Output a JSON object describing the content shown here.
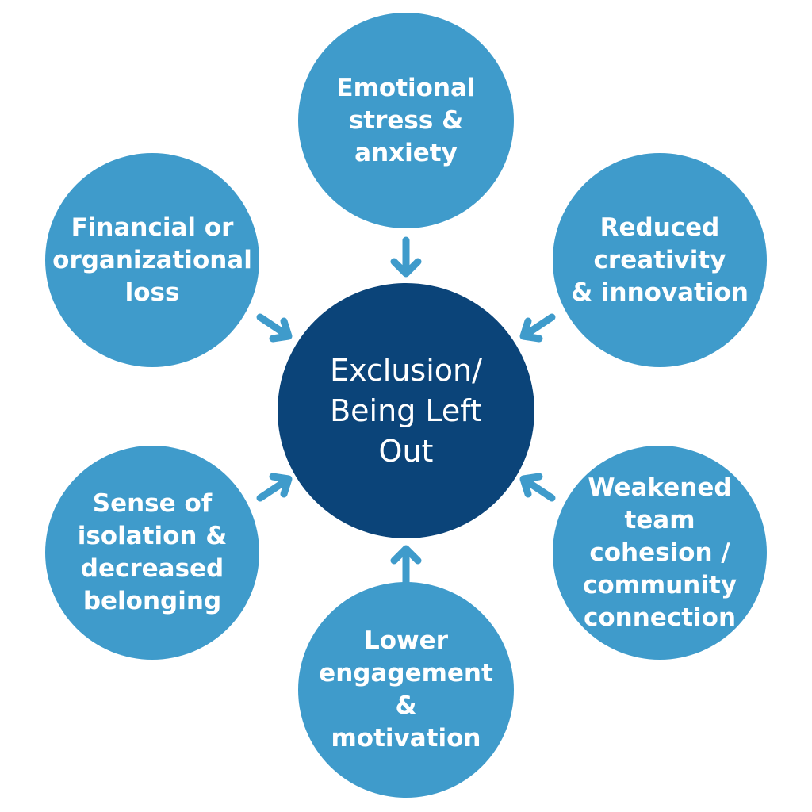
{
  "colors": {
    "outer": "#3f9bcb",
    "center": "#0b4479",
    "arrow": "#3f9bcb",
    "text": "#ffffff"
  },
  "center": {
    "lines": [
      "Exclusion/",
      "Being Left",
      "Out"
    ]
  },
  "nodes": [
    {
      "id": "top",
      "lines": [
        "Emotional",
        "stress &",
        "anxiety"
      ]
    },
    {
      "id": "top-right",
      "lines": [
        "Reduced",
        "creativity",
        "& innovation"
      ]
    },
    {
      "id": "bottom-right",
      "lines": [
        "Weakened",
        "team",
        "cohesion /",
        "community",
        "connection"
      ]
    },
    {
      "id": "bottom",
      "lines": [
        "Lower",
        "engagement",
        "&",
        "motivation"
      ]
    },
    {
      "id": "bottom-left",
      "lines": [
        "Sense of",
        "isolation &",
        "decreased",
        "belonging"
      ]
    },
    {
      "id": "top-left",
      "lines": [
        "Financial or",
        "organizational",
        "loss"
      ]
    }
  ]
}
